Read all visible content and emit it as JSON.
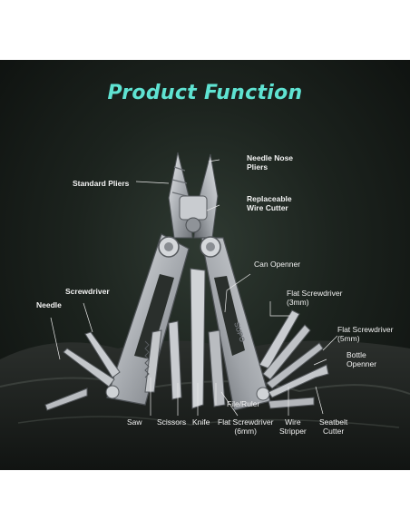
{
  "title": "Product Function",
  "labels": {
    "needle_nose_pliers": [
      "Needle Nose",
      "Pliers"
    ],
    "standard_pliers": "Standard Pliers",
    "replaceable_wire_cutter": [
      "Replaceable",
      "Wire Cutter"
    ],
    "can_openner": "Can Openner",
    "screwdriver": "Screwdriver",
    "flat_screwdriver_3mm": [
      "Flat Screwdriver",
      "(3mm)"
    ],
    "needle": "Needle",
    "flat_screwdriver_5mm": [
      "Flat Screwdriver",
      "(5mm)"
    ],
    "bottle_openner": [
      "Bottle",
      "Openner"
    ],
    "saw": "Saw",
    "scissors": "Scissors",
    "knife": "Knife",
    "file_ruler": "File/Ruler",
    "flat_screwdriver_6mm": [
      "Flat Screwdriver",
      "(6mm)"
    ],
    "wire_stripper": [
      "Wire",
      "Stripper"
    ],
    "seatbelt_cutter": [
      "Seatbelt",
      "Cutter"
    ]
  },
  "brand_mark": "SUPO",
  "colors": {
    "title": "#5fe3d2",
    "background": "#1c231e",
    "steel": "#b9bcc0",
    "label": "#f2f2f2"
  }
}
